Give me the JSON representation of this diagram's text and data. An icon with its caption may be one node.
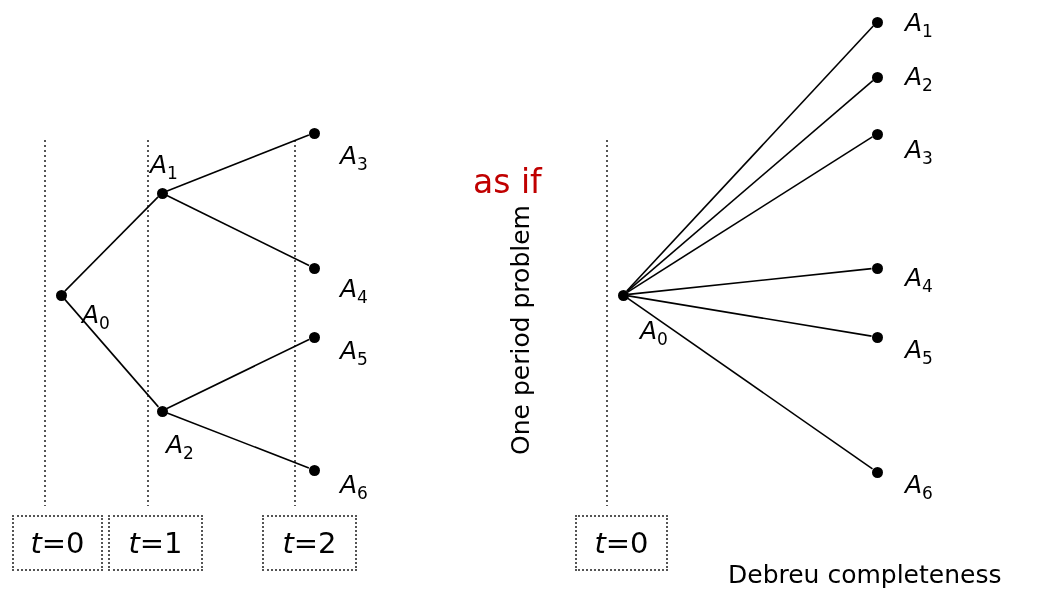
{
  "diagram": {
    "nodes": [
      {
        "text": [],
        "shape": "circle",
        "beside": [
          "*A*$_{0}$"
        ]
      },
      {
        "text": [],
        "shape": "circle",
        "beside": [
          "*A*$_{1}$"
        ]
      },
      {
        "text": [],
        "shape": "circle",
        "beside": [
          "*A*$_{2}$"
        ]
      },
      {
        "text": [],
        "shape": "circle",
        "beside": [
          "*A*$_{3}$"
        ]
      },
      {
        "text": [],
        "shape": "circle",
        "beside": [
          "*A*$_{4}$"
        ]
      },
      {
        "text": [],
        "shape": "circle",
        "beside": [
          "*A*$_{5}$"
        ]
      },
      {
        "text": [],
        "shape": "circle",
        "beside": [
          "*A*$_{6}$"
        ]
      },
      {
        "text": [],
        "shape": "circle",
        "beside": [
          "*A*$_{0}$"
        ]
      },
      {
        "text": [],
        "shape": "circle",
        "beside": [
          "*A*$_{1}$"
        ]
      },
      {
        "text": [],
        "shape": "circle",
        "beside": [
          "*A*$_{2}$"
        ]
      },
      {
        "text": [],
        "shape": "circle",
        "beside": [
          "*A*$_{3}$"
        ]
      },
      {
        "text": [],
        "shape": "circle",
        "beside": [
          "*A*$_{4}$"
        ]
      },
      {
        "text": [],
        "shape": "circle",
        "beside": [
          "*A*$_{5}$"
        ]
      },
      {
        "text": [],
        "shape": "circle",
        "beside": [
          "*A*$_{6}$"
        ]
      },
      {
        "text": [
          "*t*=0"
        ]
      },
      {
        "text": [
          "*t*=1"
        ]
      },
      {
        "text": [
          "*t*=2"
        ]
      },
      {
        "text": [
          "*t*=0"
        ]
      }
    ],
    "edges": [
      {
        "from": 0,
        "to": 1,
        "arrow": "none"
      },
      {
        "from": 0,
        "to": 2,
        "arrow": "none"
      },
      {
        "from": 1,
        "to": 3,
        "arrow": "none"
      },
      {
        "from": 1,
        "to": 4,
        "arrow": "none"
      },
      {
        "from": 2,
        "to": 5,
        "arrow": "none"
      },
      {
        "from": 2,
        "to": 6,
        "arrow": "none"
      },
      {
        "from": 7,
        "to": 8,
        "arrow": "none"
      },
      {
        "from": 7,
        "to": 9,
        "arrow": "none"
      },
      {
        "from": 7,
        "to": 10,
        "arrow": "none"
      },
      {
        "from": 7,
        "to": 11,
        "arrow": "none"
      },
      {
        "from": 7,
        "to": 12,
        "arrow": "none"
      },
      {
        "from": 7,
        "to": 13,
        "arrow": "none"
      }
    ],
    "labels": [
      "as if",
      "One period problem",
      "Debreu completeness"
    ]
  }
}
